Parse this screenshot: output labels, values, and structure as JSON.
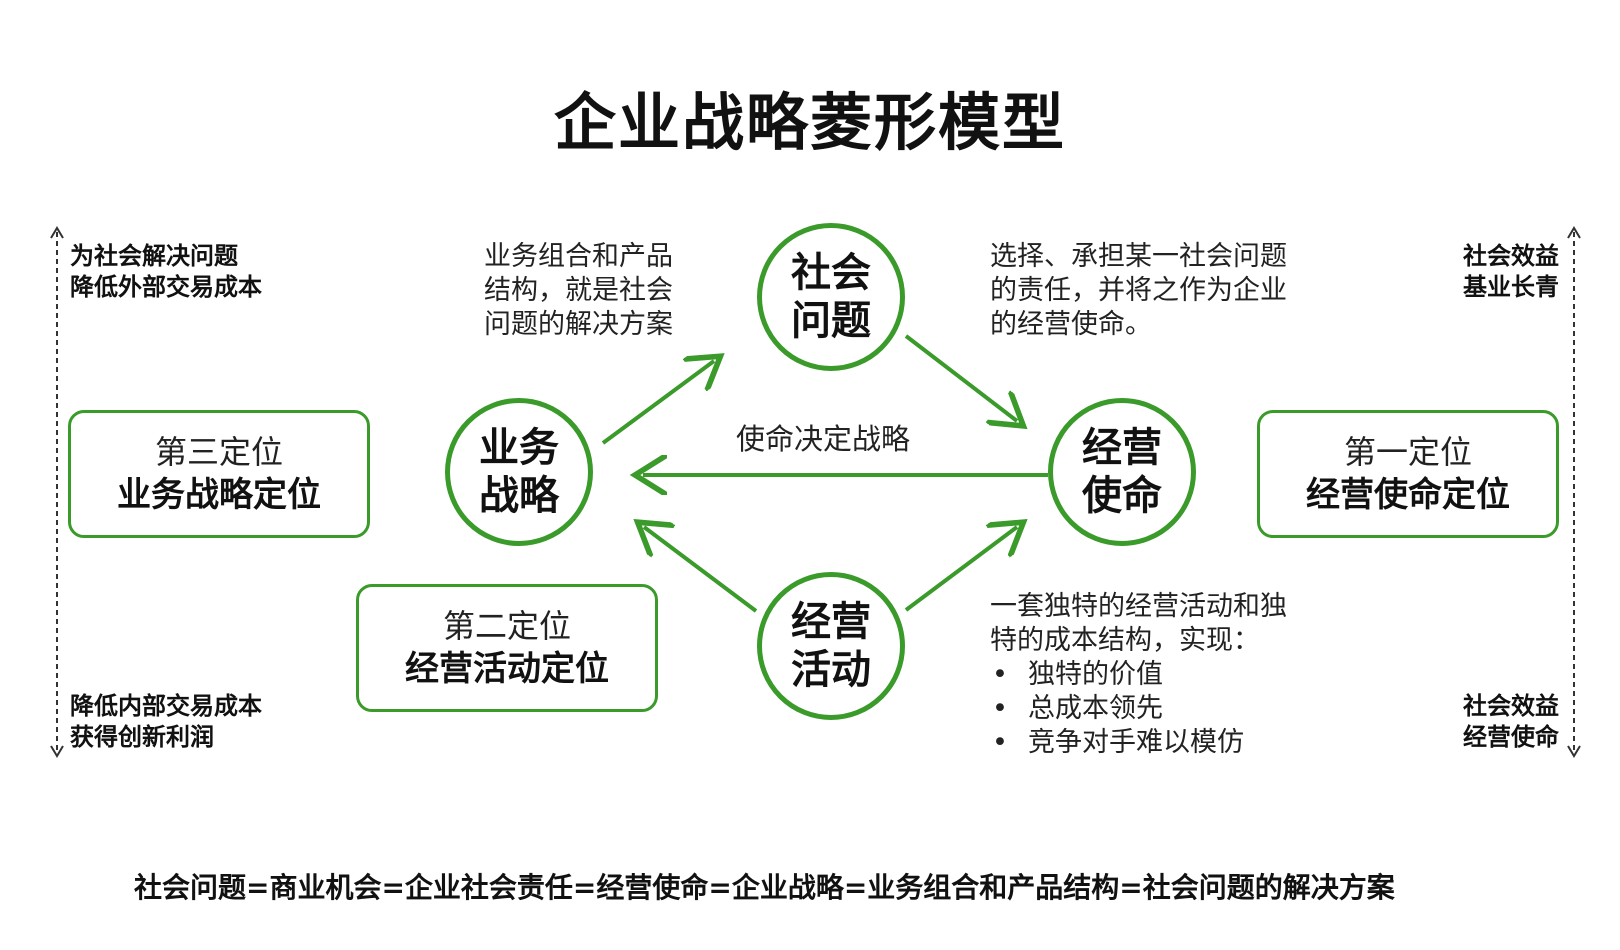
{
  "title": "企业战略菱形模型",
  "circles": {
    "social_problem": {
      "line1": "社会",
      "line2": "问题"
    },
    "business_strategy": {
      "line1": "业务",
      "line2": "战略"
    },
    "business_mission": {
      "line1": "经营",
      "line2": "使命"
    },
    "business_activity": {
      "line1": "经营",
      "line2": "活动"
    }
  },
  "center_label": "使命决定战略",
  "notes": {
    "top_left": [
      "业务组合和产品",
      "结构，就是社会",
      "问题的解决方案"
    ],
    "top_right": [
      "选择、承担某一社会问题",
      "的责任，并将之作为企业",
      "的经营使命。"
    ],
    "bottom_right": {
      "lines": [
        "一套独特的经营活动和独",
        "特的成本结构，实现："
      ],
      "bullets": [
        "独特的价值",
        "总成本领先",
        "竞争对手难以模仿"
      ]
    }
  },
  "positions": {
    "third": {
      "sub": "第三定位",
      "main": "业务战略定位"
    },
    "first": {
      "sub": "第一定位",
      "main": "经营使命定位"
    },
    "second": {
      "sub": "第二定位",
      "main": "经营活动定位"
    }
  },
  "side_labels": {
    "left_top": [
      "为社会解决问题",
      "降低外部交易成本"
    ],
    "left_bottom": [
      "降低内部交易成本",
      "获得创新利润"
    ],
    "right_top": [
      "社会效益",
      "基业长青"
    ],
    "right_bottom": [
      "社会效益",
      "经营使命"
    ]
  },
  "formula": "社会问题=商业机会=企业社会责任=经营使命=企业战略=业务组合和产品结构=社会问题的解决方案",
  "colors": {
    "accent": "#3a9a2a",
    "text": "#111111"
  }
}
